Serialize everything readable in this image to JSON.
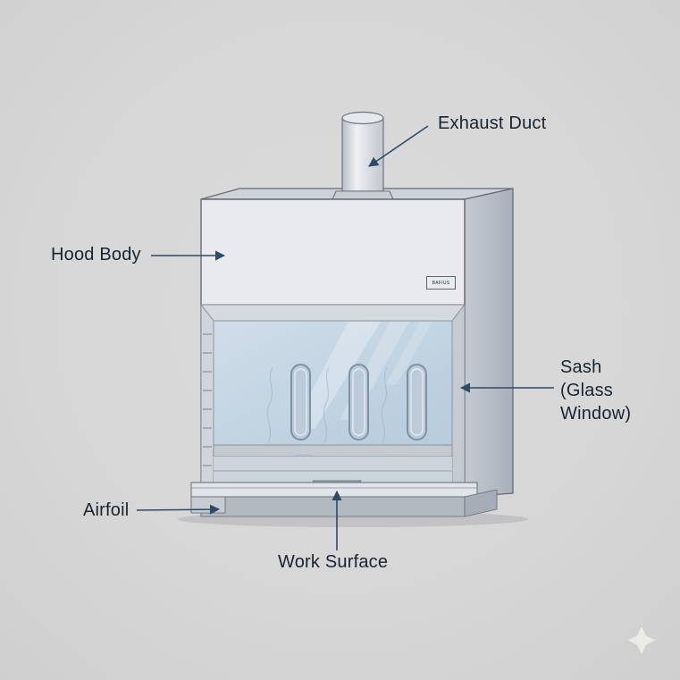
{
  "scene": {
    "background_color": "#d8d8d8"
  },
  "labels": {
    "exhaust_duct": "Exhaust Duct",
    "hood_body": "Hood Body",
    "sash_lines": [
      "Sash",
      "(Glass",
      "Window)"
    ],
    "airfoil": "Airfoil",
    "work_surface": "Work Surface"
  },
  "badge": {
    "text": "BAFIUS"
  },
  "colors": {
    "label_text": "#1a2330",
    "arrow": "#2e4a66",
    "hood_front": "#e8eaed",
    "hood_side": "#b2b8c1",
    "hood_top": "#ced3d9",
    "glass": "#c4d4e2",
    "work_surface": "#ccd3da",
    "outline": "#646b74"
  }
}
